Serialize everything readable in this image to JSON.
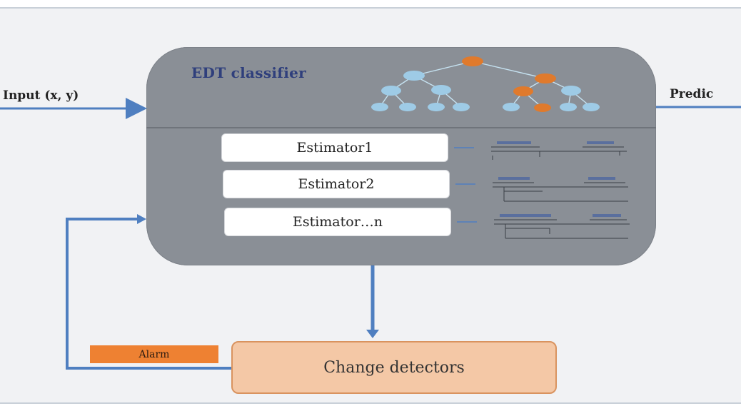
{
  "diagram": {
    "classifier_title": "EDT classifier",
    "input_label": "Input (x, y)",
    "output_label": "Predic",
    "estimators": [
      "Estimator1",
      "Estimator2",
      "Estimator…n"
    ],
    "detector_label": "Change detectors",
    "alarm_label": "Alarm"
  },
  "colors": {
    "classifier_fill": "#8a8f96",
    "arrow": "#4f7fc0",
    "tree_node": "#9ecbe6",
    "tree_node_highlight": "#e07a2c",
    "detector_fill": "#f4c8a6",
    "alarm_fill": "#ee8132"
  }
}
